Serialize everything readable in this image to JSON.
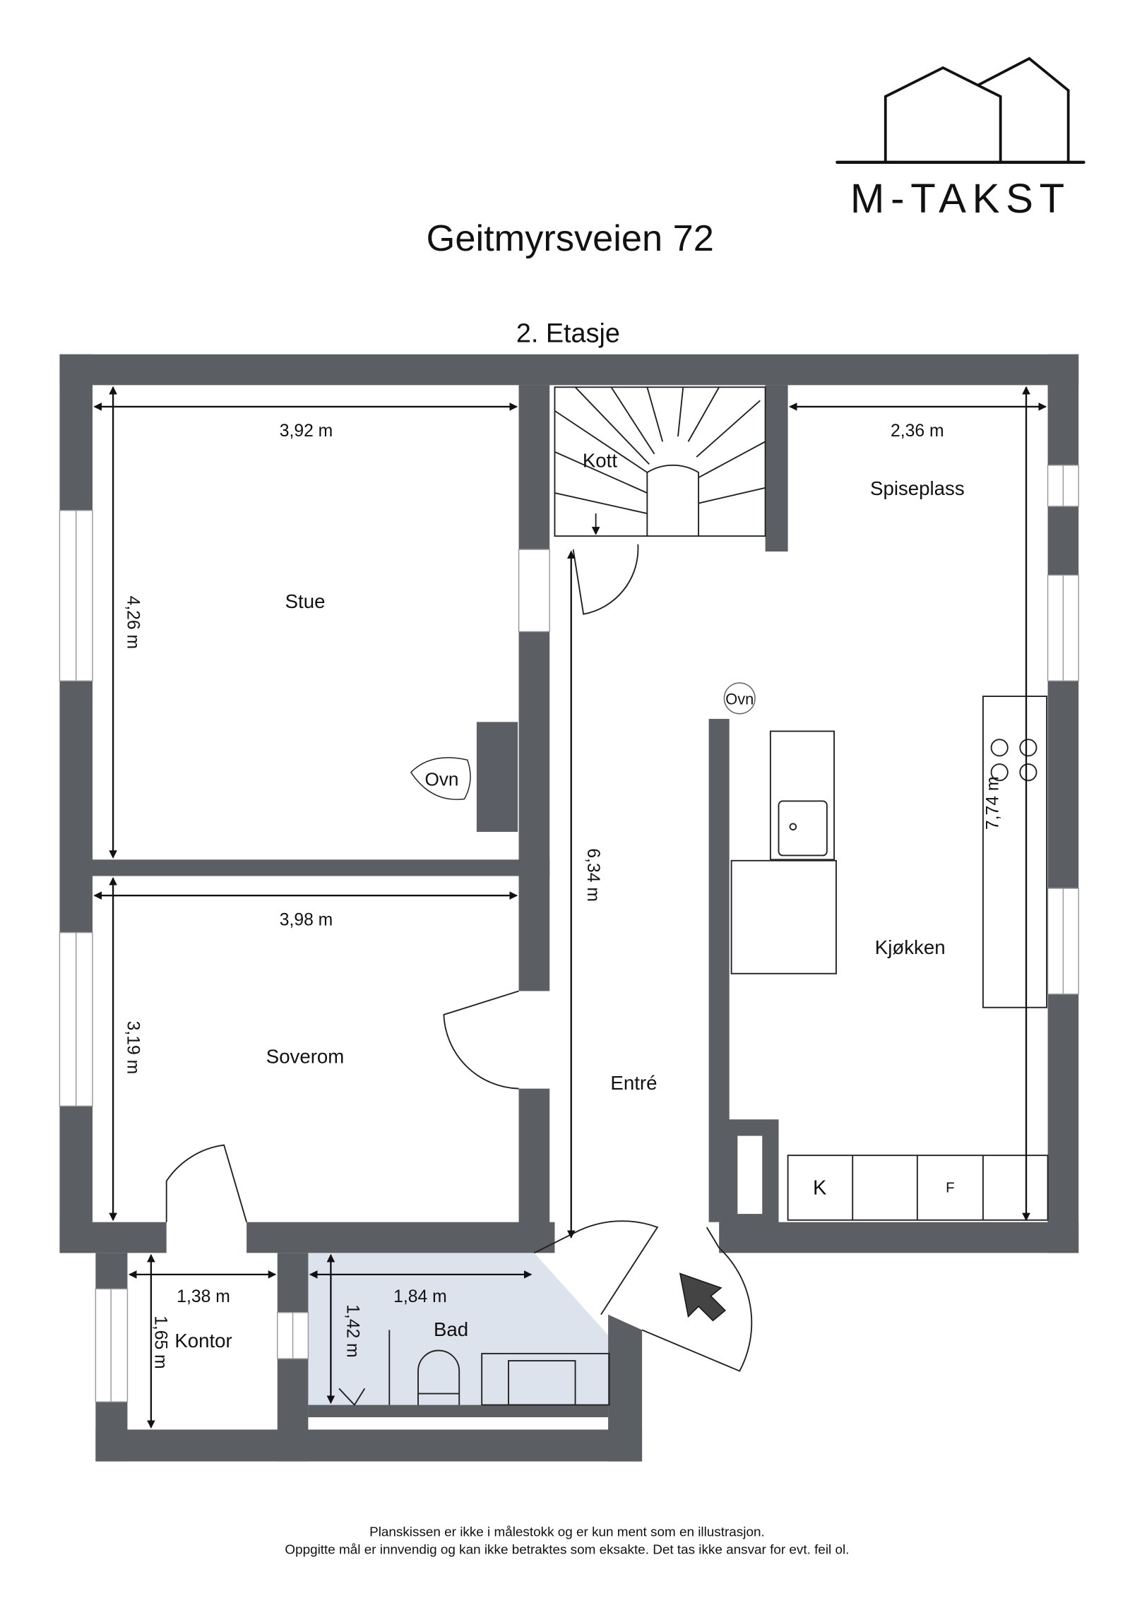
{
  "logo": {
    "text": "M-TAKST",
    "color": "#111111"
  },
  "header": {
    "title": "Geitmyrsveien 72",
    "floor": "2. Etasje"
  },
  "colors": {
    "wall": "#5b5e63",
    "bathroom": "#dde3ec"
  },
  "rooms": {
    "stue": "Stue",
    "soverom": "Soverom",
    "kott": "Kott",
    "spiseplass": "Spiseplass",
    "kjokken": "Kjøkken",
    "entre": "Entré",
    "kontor": "Kontor",
    "bad": "Bad"
  },
  "fixtures": {
    "ovn_stue": "Ovn",
    "ovn_kitchen": "Ovn",
    "kitchen_k": "K",
    "kitchen_f": "F"
  },
  "dimensions": {
    "stue_width": "3,92 m",
    "stue_height": "4,26 m",
    "soverom_width": "3,98 m",
    "soverom_height": "3,19 m",
    "spiseplass_width": "2,36 m",
    "kitchen_height": "7,74 m",
    "entre_height": "6,34 m",
    "kontor_width": "1,38 m",
    "kontor_height": "1,65 m",
    "bad_width": "1,84 m",
    "bad_height": "1,42 m"
  },
  "footer": {
    "line1": "Planskissen er ikke i målestokk og er kun ment som en illustrasjon.",
    "line2": "Oppgitte mål er innvendig og kan ikke betraktes som eksakte. Det tas ikke ansvar for evt. feil ol."
  }
}
